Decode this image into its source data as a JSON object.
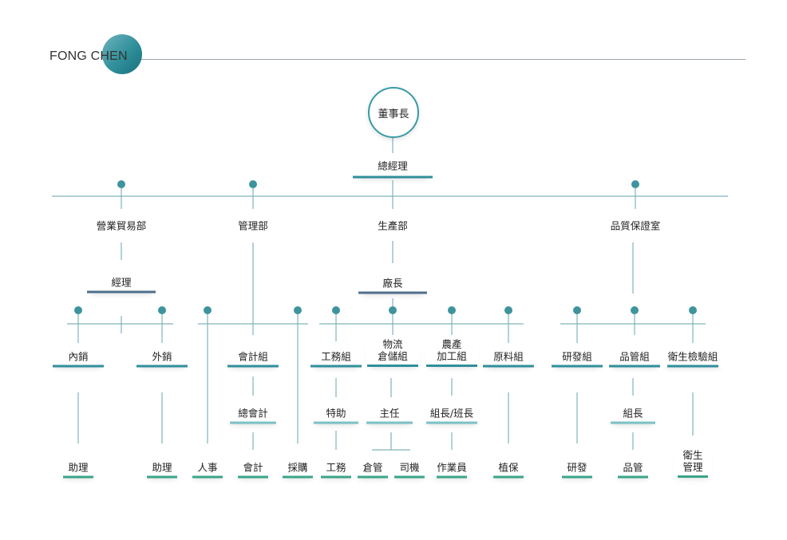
{
  "header": {
    "brand": "FONG CHEN"
  },
  "org": {
    "chairman": "董事長",
    "gm": "總經理",
    "departments": {
      "sales": "營業貿易部",
      "admin": "管理部",
      "production": "生產部",
      "qa": "品質保證室"
    },
    "sales": {
      "manager": "經理",
      "domestic": "內銷",
      "export": "外銷",
      "assistant_domestic": "助理",
      "assistant_export": "助理"
    },
    "admin": {
      "accounting_group": "會計組",
      "chief_accountant": "總會計",
      "accountant": "會計",
      "hr": "人事",
      "purchasing": "採購"
    },
    "production": {
      "factory_manager": "廠長",
      "affairs_group": "工務組",
      "logistics_line1": "物流",
      "logistics_line2": "倉儲組",
      "agri_line1": "農產",
      "agri_line2": "加工組",
      "materials_group": "原料組",
      "special_assistant": "特助",
      "supervisor": "主任",
      "team_leader": "組長/班長",
      "affairs": "工務",
      "warehouse": "倉管",
      "driver": "司機",
      "operator": "作業員",
      "plant_protection": "植保"
    },
    "qa": {
      "rd_group": "研發組",
      "qc_group": "品管組",
      "hygiene_group": "衛生檢驗組",
      "group_leader": "組長",
      "rd": "研發",
      "qc": "品管",
      "hygiene_line1": "衛生",
      "hygiene_line2": "管理"
    }
  },
  "colors": {
    "accent": "#2f8f9a",
    "slate": "#4f6f8c",
    "green": "#3aa48a",
    "line": "#7fb5bb"
  }
}
